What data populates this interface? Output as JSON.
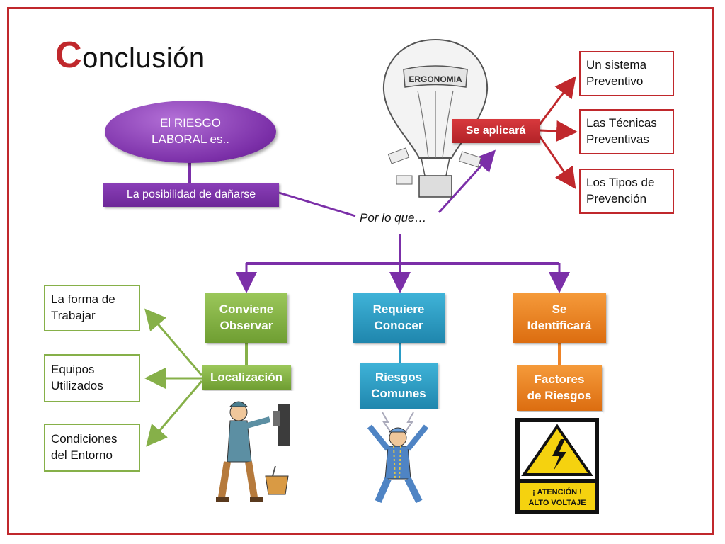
{
  "title": {
    "first_letter": "C",
    "rest": "onclusión"
  },
  "root": {
    "oval_text": "El RIESGO\nLABORAL es..",
    "definition": "La posibilidad de dañarse"
  },
  "connector_text": "Por lo que…",
  "balloon": {
    "label": "ERGONOMIA"
  },
  "apply": {
    "label": "Se aplicará",
    "items": [
      "Un sistema\nPreventivo",
      "Las Técnicas\n Preventivas",
      "Los Tipos de\nPrevención"
    ]
  },
  "branches": [
    {
      "top": "Conviene\nObservar",
      "bottom": "Localización",
      "color": "#86b049"
    },
    {
      "top": "Requiere\nConocer",
      "bottom": "Riesgos\nComunes",
      "color": "#2a9cc6"
    },
    {
      "top": "Se\nIdentificará",
      "bottom": "Factores\nde Riesgos",
      "color": "#ee8326"
    }
  ],
  "localizacion_items": [
    "La forma de\n  Trabajar",
    "  Equipos\n Utilizados",
    "Condiciones\n del Entorno"
  ],
  "sign": {
    "line1": "¡ ATENCIÓN !",
    "line2": "ALTO VOLTAJE"
  },
  "colors": {
    "frame": "#c0282c",
    "purple": "#7b2fa8",
    "red": "#c0282c",
    "green": "#86b049",
    "blue": "#2a9cc6",
    "orange": "#ee8326"
  }
}
